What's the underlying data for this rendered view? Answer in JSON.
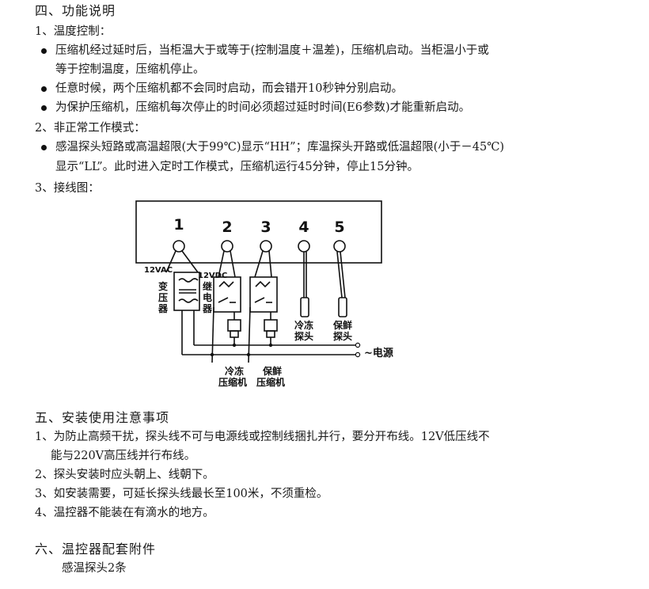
{
  "section4": {
    "title": "四、功能说明",
    "sub1": "1、温度控制：",
    "b1_line1": "压缩机经过延时后，当柜温大于或等于(控制温度＋温差)，压缩机启动。当柜温小于或",
    "b1_line2": "等于控制温度，压缩机停止。",
    "b2": "任意时候，两个压缩机都不会同时启动，而会错开10秒钟分别启动。",
    "b3": "为保护压缩机，压缩机每次停止的时间必须超过延时时间(E6参数)才能重新启动。",
    "sub2": "2、非正常工作模式：",
    "b4_line1": "感温探头短路或高温超限(大于99℃)显示“HH”；库温探头开路或低温超限(小于－45℃)",
    "b4_line2": "显示“LL”。此时进入定时工作模式，压缩机运行45分钟，停止15分钟。",
    "sub3": "3、接线图："
  },
  "diagram": {
    "terminals": [
      "1",
      "2",
      "3",
      "4",
      "5"
    ],
    "label_12vac": "12VAC",
    "label_12vdc": "12VDC",
    "transformer": [
      "变",
      "压",
      "器"
    ],
    "relay": [
      "继",
      "电",
      "器"
    ],
    "freeze_probe": [
      "冷冻",
      "探头"
    ],
    "fresh_probe": [
      "保鲜",
      "探头"
    ],
    "power": "~电源",
    "freeze_comp": [
      "冷冻",
      "压缩机"
    ],
    "fresh_comp": [
      "保鲜",
      "压缩机"
    ]
  },
  "section5": {
    "title": "五、安装使用注意事项",
    "i1_line1": "1、为防止高频干扰，探头线不可与电源线或控制线捆扎并行，要分开布线。12V低压线不",
    "i1_line2": "能与220V高压线并行布线。",
    "i2": "2、探头安装时应头朝上、线朝下。",
    "i3": "3、如安装需要，可延长探头线最长至100米，不须重检。",
    "i4": "4、温控器不能装在有滴水的地方。"
  },
  "section6": {
    "title": "六、温控器配套附件",
    "item": "感温探头2条"
  }
}
